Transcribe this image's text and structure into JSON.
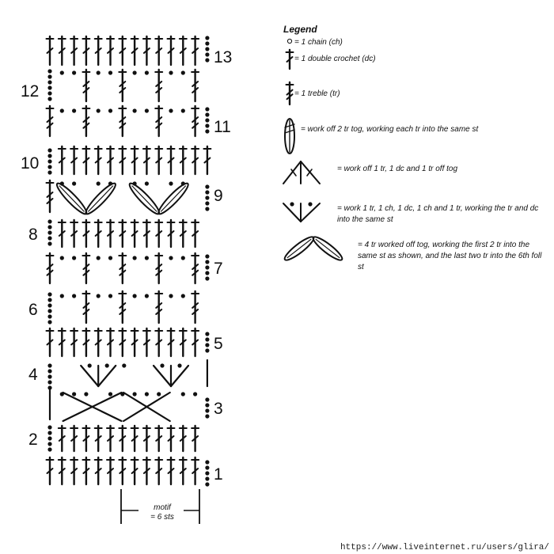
{
  "rows": [
    "1",
    "2",
    "3",
    "4",
    "5",
    "6",
    "7",
    "8",
    "9",
    "10",
    "11",
    "12",
    "13"
  ],
  "legend": {
    "title": "Legend",
    "items": [
      {
        "symbol": "chain-icon",
        "text": "= 1 chain (ch)"
      },
      {
        "symbol": "double-crochet-icon",
        "text": "= 1 double crochet (dc)"
      },
      {
        "symbol": "treble-icon",
        "text": "= 1 treble (tr)"
      },
      {
        "symbol": "two-tr-tog-icon",
        "text": "= work off 2 tr tog, working each tr into the same st"
      },
      {
        "symbol": "tr-dc-tr-tog-icon",
        "text": "= work off 1 tr, 1 dc and 1 tr off tog"
      },
      {
        "symbol": "tr-ch-dc-ch-tr-icon",
        "text": "= work 1 tr, 1 ch, 1 dc, 1 ch and 1 tr, working the tr and dc into the same st"
      },
      {
        "symbol": "four-tr-tog-icon",
        "text": "= 4 tr worked off tog, working the first 2 tr into the same st as shown, and the last two tr into the 6th foll st"
      }
    ]
  },
  "motif": {
    "line1": "motif",
    "line2": "= 6 sts"
  },
  "watermark": "https://www.liveinternet.ru/users/glira/"
}
